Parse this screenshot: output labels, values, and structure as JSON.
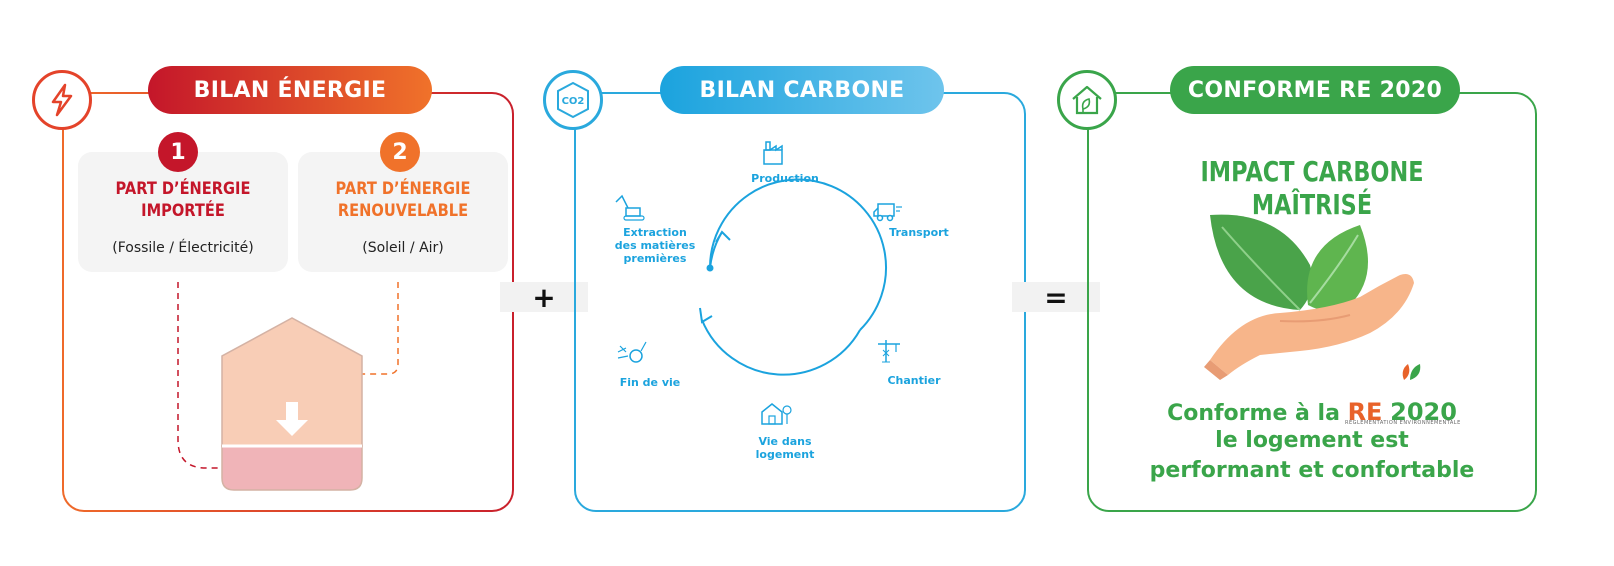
{
  "energy": {
    "title": "BILAN ÉNERGIE",
    "icon": "lightning-icon",
    "card1": {
      "number": "1",
      "title_line1": "PART D’ÉNERGIE",
      "title_line2": "IMPORTÉE",
      "subtitle": "(Fossile / Électricité)"
    },
    "card2": {
      "number": "2",
      "title_line1": "PART D’ÉNERGIE",
      "title_line2": "RENOUVELABLE",
      "subtitle": "(Soleil / Air)"
    },
    "colors": {
      "imported": "#c4162a",
      "renewable": "#f0722a",
      "house_top": "#f8cdb6",
      "house_bottom": "#f0b4b8"
    }
  },
  "operators": {
    "plus": "+",
    "equals": "="
  },
  "carbon": {
    "title": "BILAN CARBONE",
    "icon_text": "CO2",
    "stages": {
      "production": "Production",
      "transport": "Transport",
      "chantier": "Chantier",
      "vie_line1": "Vie dans",
      "vie_line2": "logement",
      "fin": "Fin de vie",
      "extraction_line1": "Extraction",
      "extraction_line2": "des matières",
      "extraction_line3": "premières"
    },
    "color": "#1ba3de"
  },
  "re2020": {
    "title": "CONFORME RE 2020",
    "icon": "house-leaf-icon",
    "headline": "IMPACT CARBONE MAÎTRISÉ",
    "line1_prefix": "Conforme à la ",
    "logo_word": "RE",
    "logo_year": "2020",
    "logo_sub": "RÉGLEMENTATION ENVIRONNEMENTALE",
    "line2": "le logement est",
    "line3": "performant et confortable",
    "color": "#3aa54a"
  }
}
